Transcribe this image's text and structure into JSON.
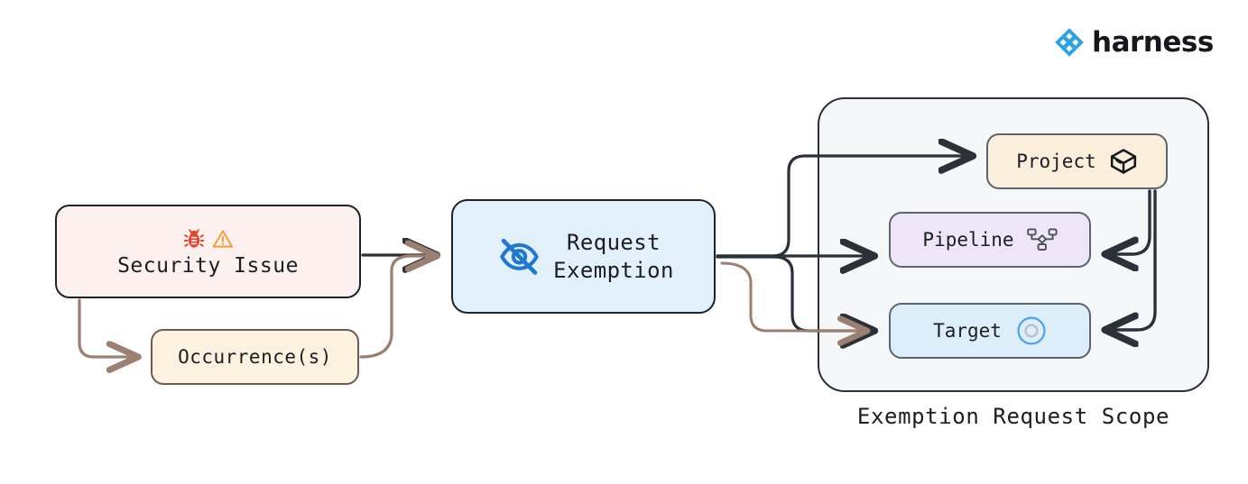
{
  "brand": {
    "name": "harness",
    "mark_icon": "harness-diamond-logo",
    "mark_color": "#2aa3e0",
    "text_color": "#16181d"
  },
  "nodes": {
    "security_issue": {
      "label": "Security Issue",
      "icons": [
        "bug-icon",
        "warning-triangle-icon"
      ],
      "bug_color": "#e8412a",
      "warning_color": "#f0a13c",
      "fill": "#fdf1f0",
      "stroke": "#1f2329"
    },
    "occurrence": {
      "label": "Occurrence(s)",
      "fill": "#fdf2e0",
      "stroke": "#6f5a50"
    },
    "request_exemption": {
      "label": "Request\nExemption",
      "icon": "eye-off-icon",
      "icon_color": "#1f78d1",
      "fill": "#e2f0fc",
      "stroke": "#1f2329"
    },
    "project": {
      "label": "Project",
      "icon": "cube-box-icon",
      "fill": "#fbeedb",
      "stroke": "#5c6470"
    },
    "pipeline": {
      "label": "Pipeline",
      "icon": "pipeline-flow-icon",
      "fill": "#eee6f8",
      "stroke": "#5c6470"
    },
    "target": {
      "label": "Target",
      "icon": "target-circle-icon",
      "icon_color": "#4da3e8",
      "fill": "#ddeefb",
      "stroke": "#5c6470"
    }
  },
  "scope": {
    "caption": "Exemption Request Scope",
    "fill": "#f5f7f9",
    "stroke": "#2b3039"
  },
  "edges": {
    "dark_color": "#2b3039",
    "brown_color": "#9b7f71",
    "list": [
      {
        "from": "security_issue",
        "to": "request_exemption",
        "color": "dark"
      },
      {
        "from": "security_issue",
        "to": "occurrence",
        "color": "brown"
      },
      {
        "from": "occurrence",
        "to": "request_exemption",
        "color": "brown"
      },
      {
        "from": "request_exemption",
        "to": "project",
        "color": "dark"
      },
      {
        "from": "request_exemption",
        "to": "pipeline",
        "color": "dark"
      },
      {
        "from": "request_exemption",
        "to": "target",
        "color": "dark"
      },
      {
        "from": "occurrence",
        "to": "target",
        "color": "brown"
      },
      {
        "from": "project",
        "to": "pipeline",
        "color": "dark"
      },
      {
        "from": "project",
        "to": "target",
        "color": "dark"
      }
    ]
  }
}
